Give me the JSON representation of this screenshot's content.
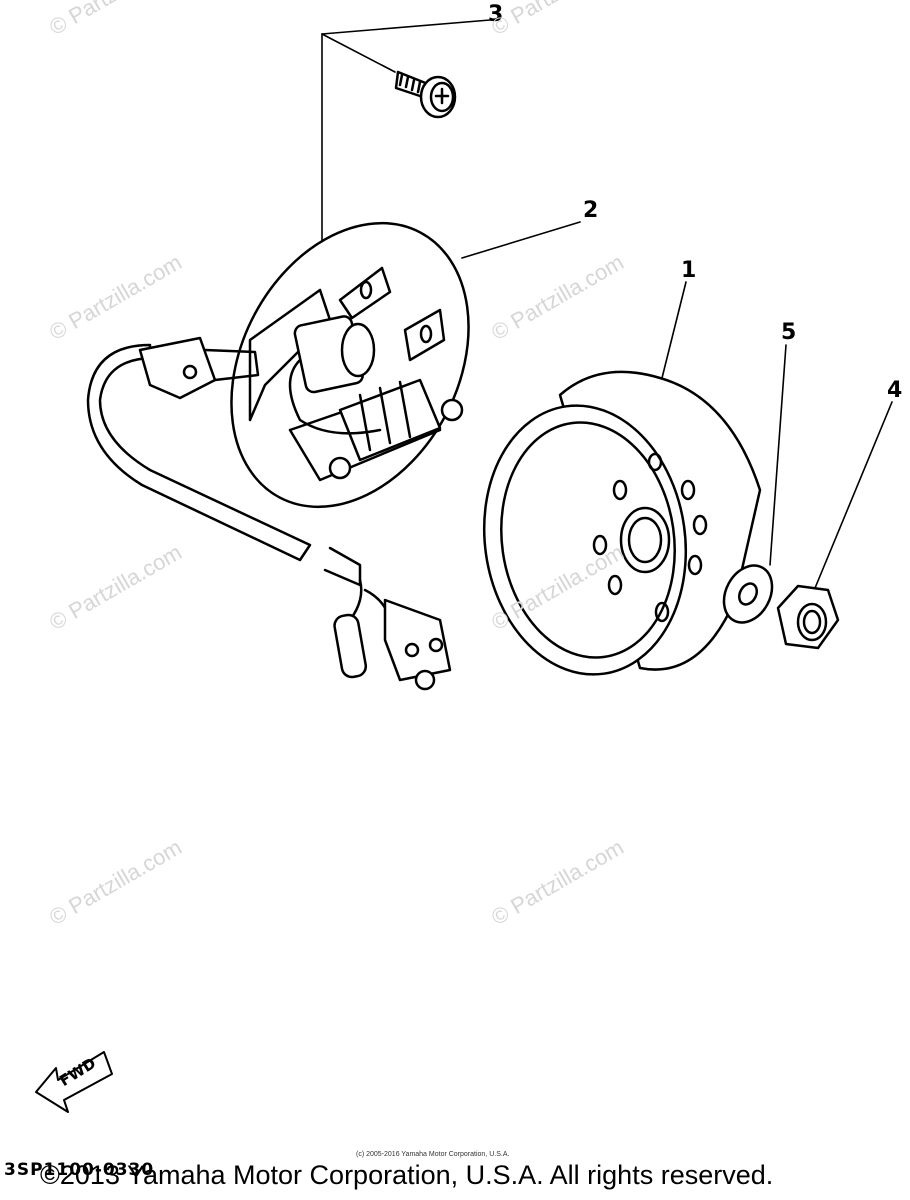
{
  "callouts": {
    "c1": "1",
    "c2": "2",
    "c3": "3",
    "c4": "4",
    "c5": "5"
  },
  "watermark": "© Partzilla.com",
  "direction_label": "FWD",
  "diagram_code": "3SP1100-0330",
  "small_copyright": "(c) 2005-2016 Yamaha Motor Corporation, U.S.A.",
  "copyright": "©2013 Yamaha Motor Corporation, U.S.A. All rights reserved."
}
